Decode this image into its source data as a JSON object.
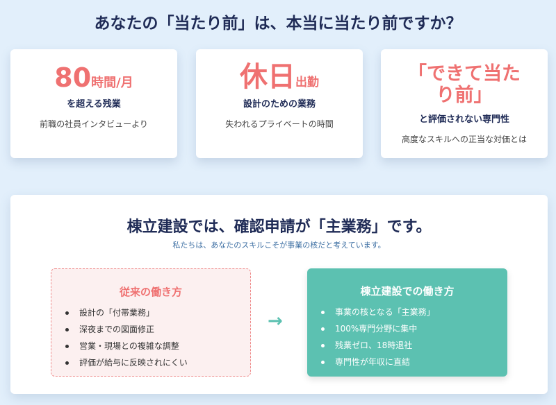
{
  "title": "あなたの「当たり前」は、本当に当たり前ですか？",
  "cards": [
    {
      "big": "80",
      "big_suffix": "時間/月",
      "sub": "を超える残業",
      "note": "前職の社員インタビューより"
    },
    {
      "big": "休日",
      "big_suffix": "出勤",
      "sub": "設計のための業務",
      "note": "失われるプライベートの時間"
    },
    {
      "big": "「できて当たり前」",
      "sub": "と評価されない専門性",
      "note": "高度なスキルへの正当な対価とは"
    }
  ],
  "panel": {
    "heading": "棟立建設では、確認申請が「主業務」です。",
    "lead": "私たちは、あなたのスキルこそが事業の核だと考えています。",
    "old": {
      "title": "従来の働き方",
      "items": [
        "設計の「付帯業務」",
        "深夜までの図面修正",
        "営業・現場との複雑な調整",
        "評価が給与に反映されにくい"
      ]
    },
    "arrow": "→",
    "new": {
      "title": "棟立建設での働き方",
      "items": [
        "事業の核となる「主業務」",
        "100%専門分野に集中",
        "残業ゼロ、18時退社",
        "専門性が年収に直結"
      ]
    }
  },
  "colors": {
    "accent": "#ef7171",
    "teal": "#5cc1b1",
    "navy": "#1f2b56",
    "background": "#e2effb"
  }
}
